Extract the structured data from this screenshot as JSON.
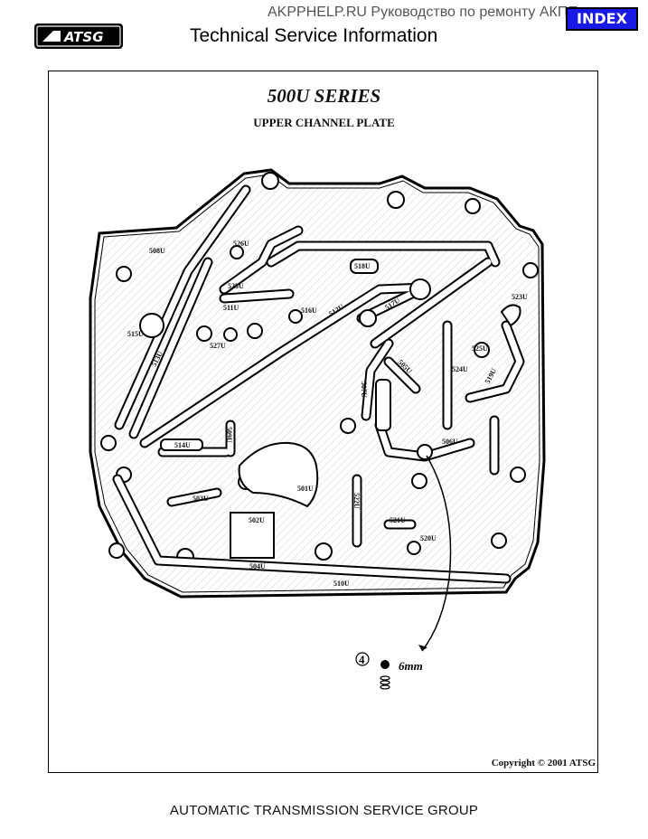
{
  "watermark": "AKPPHELP.RU Руководство по ремонту АКПП",
  "index_label": "INDEX",
  "logo_text": "ATSG",
  "header_title": "Technical Service Information",
  "title": "500U SERIES",
  "subtitle": "UPPER CHANNEL PLATE",
  "passages": {
    "p501": "501U",
    "p502": "502U",
    "p503": "503U",
    "p504": "504U",
    "p505": "505U",
    "p506": "506U",
    "p507": "507U",
    "p508": "508U",
    "p509": "509U",
    "p510": "510U",
    "p511": "511U",
    "p512": "512U",
    "p513": "513U",
    "p514": "514U",
    "p515": "515U",
    "p516": "516U",
    "p517": "517U",
    "p518": "518U",
    "p519": "519U",
    "p520": "520U",
    "p521": "521U",
    "p522": "522U",
    "p523": "523U",
    "p524": "524U",
    "p525": "525U",
    "p526": "526U",
    "p527": "527U",
    "p528": "528U"
  },
  "ball_callout": {
    "number": "4",
    "size": "6mm"
  },
  "copyright": "Copyright © 2001 ATSG",
  "footer": "AUTOMATIC TRANSMISSION SERVICE GROUP"
}
